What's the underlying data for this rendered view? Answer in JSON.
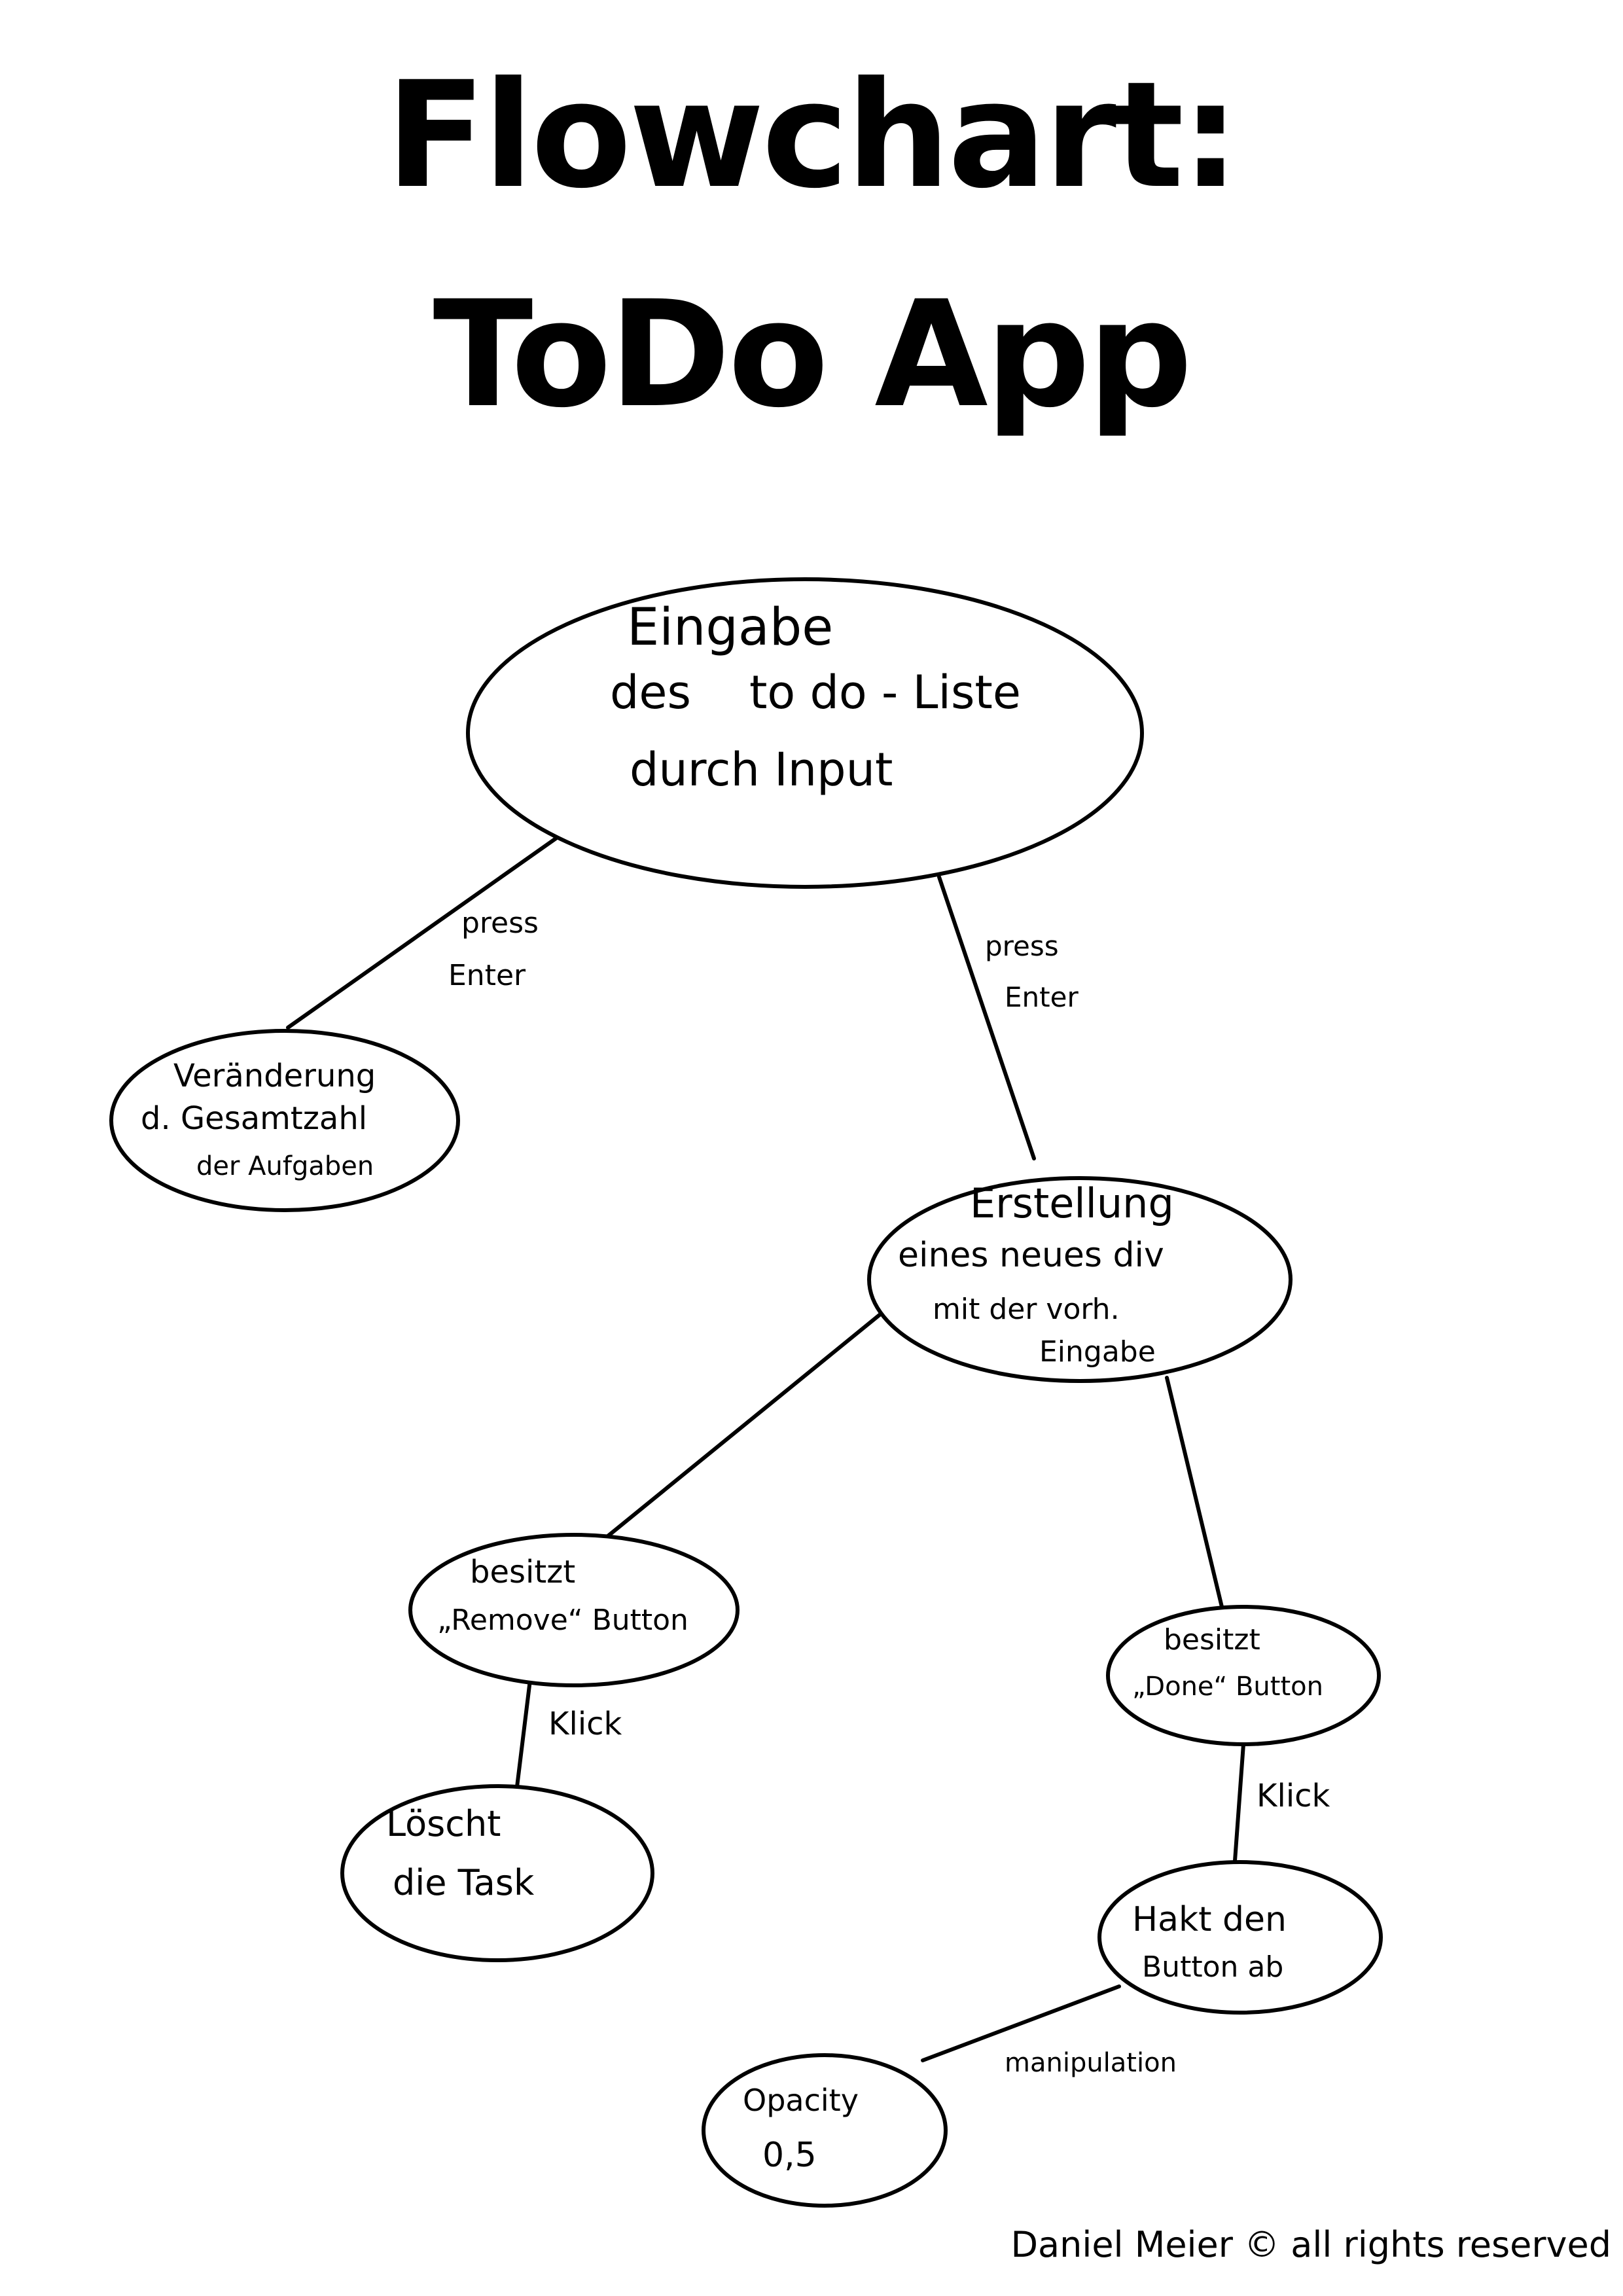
{
  "title": {
    "line1": "Flowchart:",
    "line2": "ToDo App"
  },
  "nodes": {
    "input": [
      "Eingabe",
      "des    to do - Liste",
      "durch Input"
    ],
    "counter": [
      "Veränderung",
      "d. Gesamtzahl",
      "der Aufgaben"
    ],
    "create_div": [
      "Erstellung",
      "eines neues div",
      "mit der vorh.",
      "Eingabe"
    ],
    "remove_button": [
      "besitzt",
      "„Remove“ Button"
    ],
    "done_button": [
      "besitzt",
      "„Done“ Button"
    ],
    "delete_task": [
      "Löscht",
      "die Task"
    ],
    "check_off": [
      "Hakt den",
      "Button ab"
    ],
    "opacity": [
      "Opacity",
      "0,5"
    ]
  },
  "edges": {
    "input_to_counter": [
      "press",
      "Enter"
    ],
    "input_to_create": [
      "press",
      "Enter"
    ],
    "remove_to_delete": "Klick",
    "done_to_check": "Klick",
    "check_to_opacity": "manipulation"
  },
  "footer": "Daniel Meier © all rights reserved"
}
